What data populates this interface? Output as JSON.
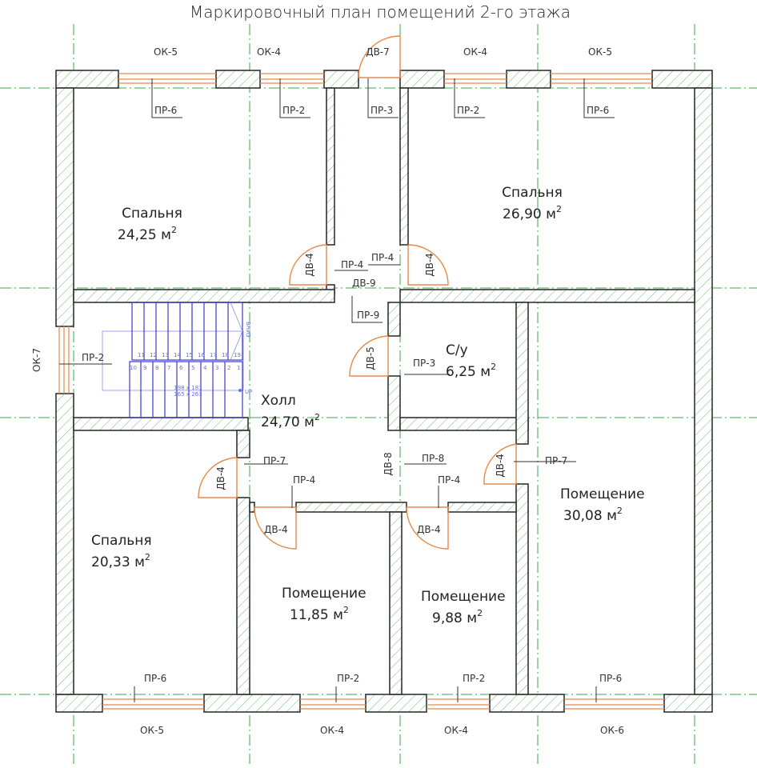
{
  "title": "Маркировочный план помещений 2-го этажа",
  "rooms": [
    {
      "name": "Спальня",
      "area": "24,25 м"
    },
    {
      "name": "Спальня",
      "area": "26,90 м"
    },
    {
      "name": "Холл",
      "area": "24,70 м"
    },
    {
      "name": "С/у",
      "area": "6,25 м"
    },
    {
      "name": "Помещение",
      "area": "30,08 м"
    },
    {
      "name": "Спальня",
      "area": "20,33 м"
    },
    {
      "name": "Помещение",
      "area": "11,85 м"
    },
    {
      "name": "Помещение",
      "area": "9,88 м"
    }
  ],
  "area_sup": "2",
  "windows_top": [
    "ОК-5",
    "ОК-4",
    "ДВ-7",
    "ОК-4",
    "ОК-5"
  ],
  "windows_bottom": [
    "ОК-5",
    "ОК-4",
    "ОК-4",
    "ОК-6"
  ],
  "window_left": "ОК-7",
  "partitions": [
    "ПР-6",
    "ПР-2",
    "ПР-3",
    "ПР-2",
    "ПР-6",
    "ПР-4",
    "ПР-4",
    "ДВ-9",
    "ПР-9",
    "ПР-2",
    "ПР-3",
    "ПР-7",
    "ПР-4",
    "ПР-8",
    "ПР-4",
    "ПР-7",
    "ПР-6",
    "ПР-2",
    "ПР-2",
    "ПР-6"
  ],
  "doors": [
    "ДВ-4",
    "ДВ-4",
    "ДВ-5",
    "ДВ-4",
    "ДВ-8",
    "ДВ-4",
    "ДВ-4",
    "ДВ-4"
  ],
  "stairs": {
    "lower": [
      "10",
      "9",
      "8",
      "7",
      "6",
      "5",
      "4",
      "3",
      "2",
      "1"
    ],
    "upper": [
      "11",
      "12",
      "13",
      "14",
      "15",
      "16",
      "17",
      "18",
      "19"
    ],
    "size1": "198 x 181",
    "size2": "165 x 263",
    "up": "UP",
    "down": "ВНИЗ"
  },
  "colors": {
    "wall_hatch": "#5cb85c",
    "openings": "#e8884a",
    "grid": "#3aa84a",
    "stairs": "#3a3ad0"
  }
}
